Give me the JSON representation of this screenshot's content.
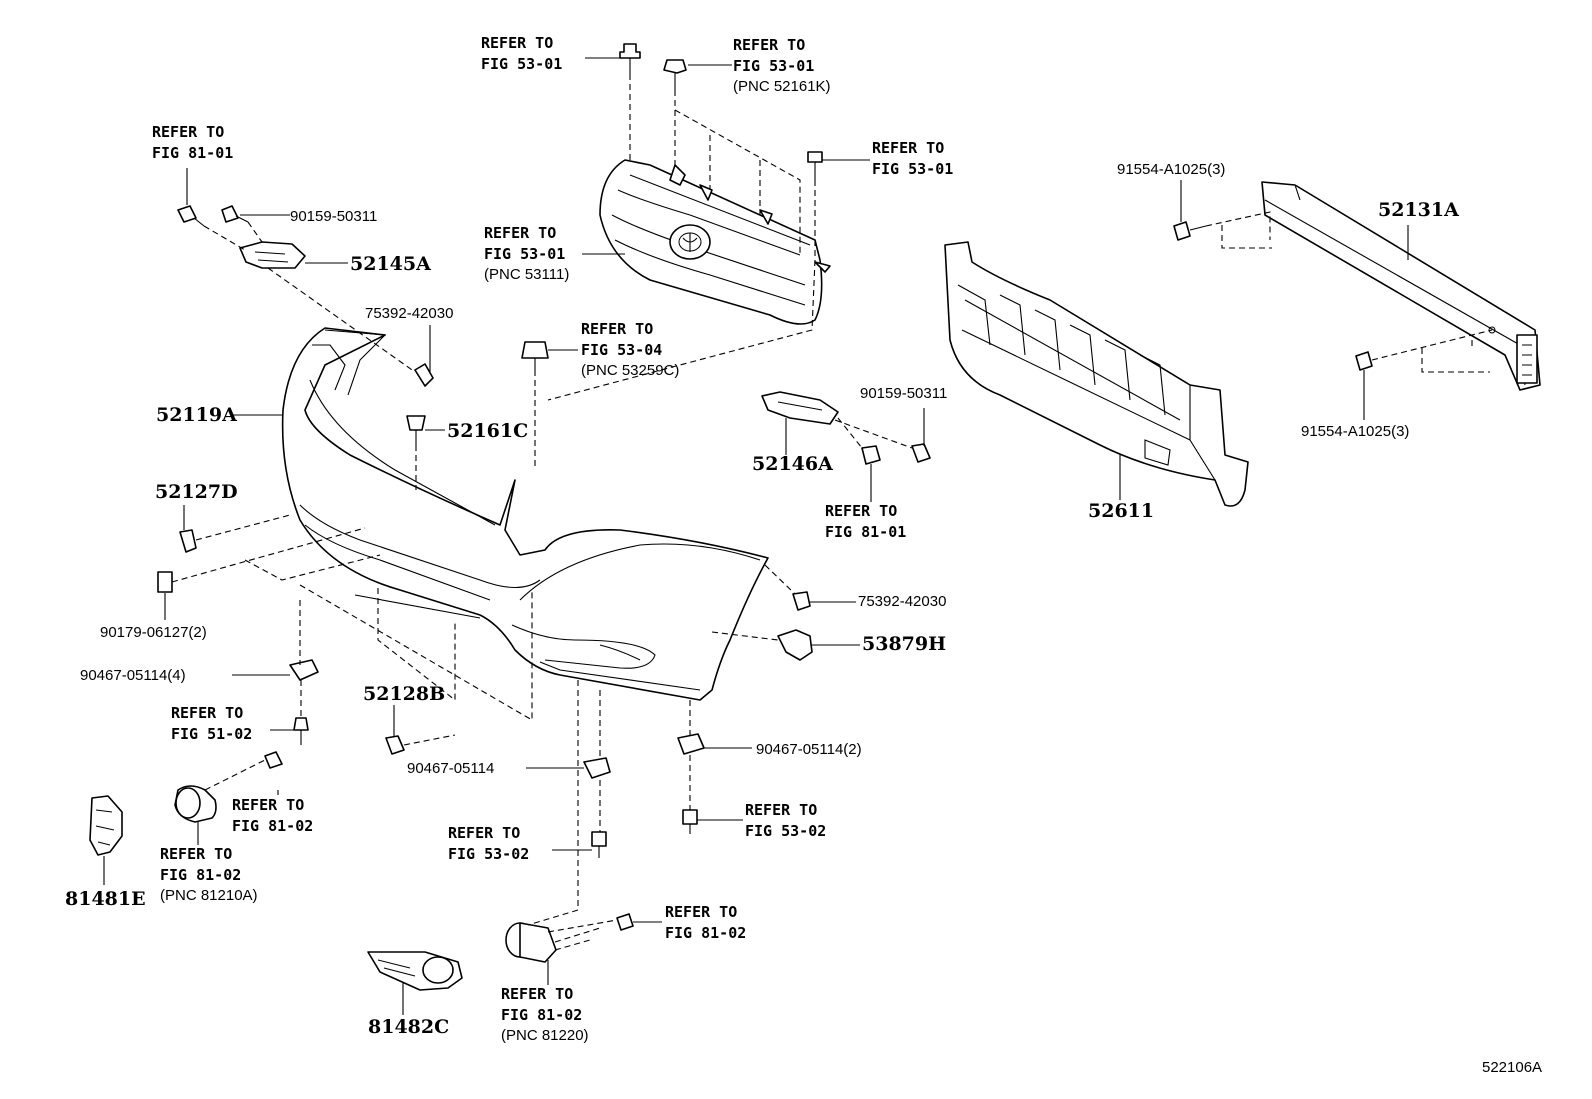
{
  "diagram_code": "522106A",
  "labels": {
    "ref_53_01_a": [
      "REFER TO",
      "FIG 53-01"
    ],
    "ref_53_01_b": [
      "REFER TO",
      "FIG 53-01",
      "(PNC 52161K)"
    ],
    "ref_53_01_c": [
      "REFER TO",
      "FIG 53-01"
    ],
    "ref_53_01_grille": [
      "REFER TO",
      "FIG 53-01",
      "(PNC 53111)"
    ],
    "ref_81_01_a": [
      "REFER TO",
      "FIG 81-01"
    ],
    "ref_53_04": [
      "REFER TO",
      "FIG 53-04",
      "(PNC 53259C)"
    ],
    "ref_81_01_b": [
      "REFER TO",
      "FIG 81-01"
    ],
    "ref_51_02": [
      "REFER TO",
      "FIG 51-02"
    ],
    "ref_81_02_a": [
      "REFER TO",
      "FIG 81-02"
    ],
    "ref_81_02_lamp": [
      "REFER TO",
      "FIG 81-02",
      "(PNC 81210A)"
    ],
    "ref_53_02_a": [
      "REFER TO",
      "FIG 53-02"
    ],
    "ref_53_02_b": [
      "REFER TO",
      "FIG 53-02"
    ],
    "ref_81_02_b": [
      "REFER TO",
      "FIG 81-02"
    ],
    "ref_81_02_fog": [
      "REFER TO",
      "FIG 81-02",
      "(PNC 81220)"
    ]
  },
  "parts": {
    "p90159_a": "90159-50311",
    "p52145A": "52145A",
    "p75392_a": "75392-42030",
    "p52119A": "52119A",
    "p52161C": "52161C",
    "p52127D": "52127D",
    "p90179": "90179-06127(2)",
    "p90467_4": "90467-05114(4)",
    "p52128B": "52128B",
    "p90467": "90467-05114",
    "p81481E": "81481E",
    "p81482C": "81482C",
    "p91554_top": "91554-A1025(3)",
    "p52131A": "52131A",
    "p91554_bot": "91554-A1025(3)",
    "p90159_b": "90159-50311",
    "p52146A": "52146A",
    "p52611": "52611",
    "p75392_b": "75392-42030",
    "p53879H": "53879H",
    "p90467_2": "90467-05114(2)"
  }
}
